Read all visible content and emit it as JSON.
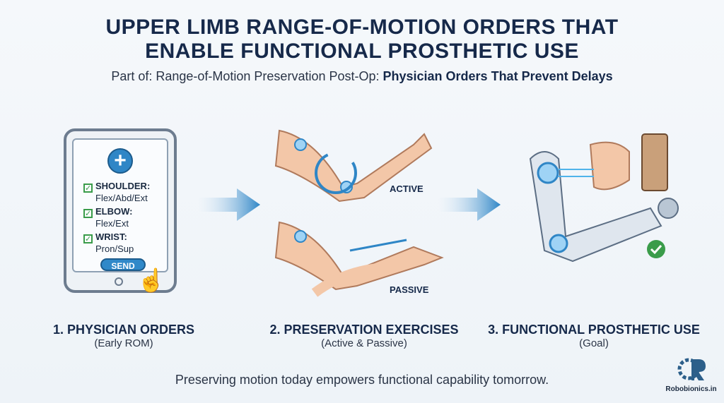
{
  "title": {
    "line1": "UPPER LIMB RANGE-OF-MOTION ORDERS THAT",
    "line2": "ENABLE FUNCTIONAL PROSTHETIC USE"
  },
  "subtitle": {
    "prefix": "Part of: Range-of-Motion Preservation Post-Op: ",
    "bold": "Physician Orders That Prevent Delays"
  },
  "tablet": {
    "items": [
      {
        "joint": "SHOULDER:",
        "motions": "Flex/Abd/Ext"
      },
      {
        "joint": "ELBOW:",
        "motions": "Flex/Ext"
      },
      {
        "joint": "WRIST:",
        "motions": "Pron/Sup"
      }
    ],
    "send_label": "SEND"
  },
  "exercises": {
    "active_label": "ACTIVE",
    "passive_label": "PASSIVE"
  },
  "steps": [
    {
      "title": "1. PHYSICIAN ORDERS",
      "subtitle": "(Early ROM)"
    },
    {
      "title": "2. PRESERVATION EXERCISES",
      "subtitle": "(Active & Passive)"
    },
    {
      "title": "3. FUNCTIONAL PROSTHETIC USE",
      "subtitle": "(Goal)"
    }
  ],
  "tagline": "Preserving motion today empowers functional capability tomorrow.",
  "logo": {
    "text": "Robobionics.in"
  },
  "colors": {
    "navy": "#16294a",
    "accent_blue": "#2f86c6",
    "check_green": "#3a9c4a"
  }
}
